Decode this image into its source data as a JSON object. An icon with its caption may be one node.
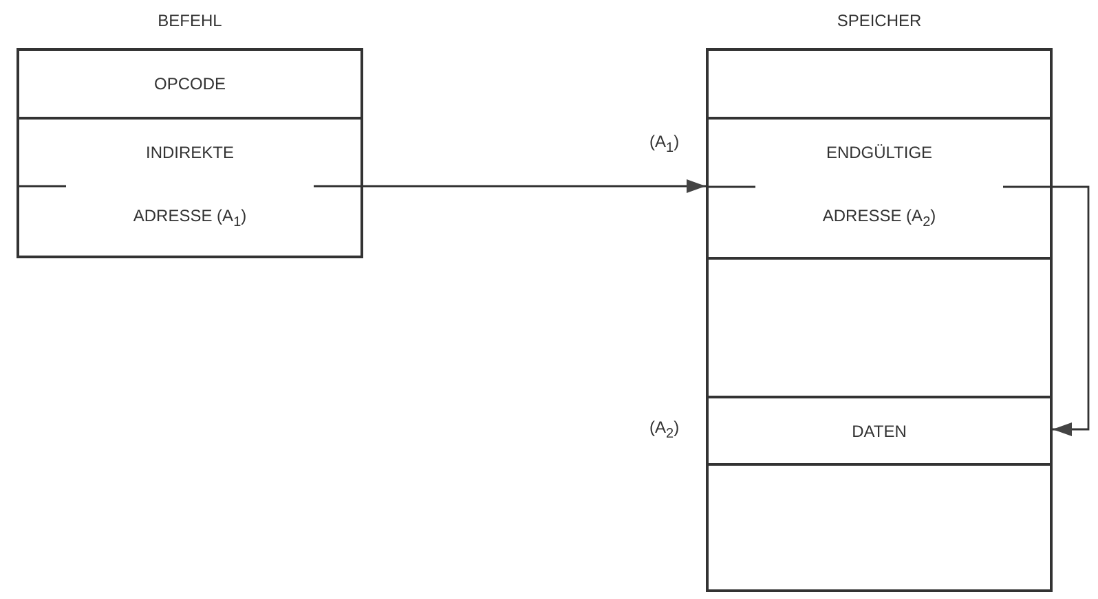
{
  "diagram": {
    "nodes": [
      {
        "text": [
          "BEFEHL"
        ]
      },
      {
        "text": [
          "OPCODE"
        ],
        "in": 0
      },
      {
        "text": [
          "INDIREKTE ADRESSE (A$_{1}$)"
        ],
        "in": 0
      },
      {
        "text": [
          "SPEICHER"
        ]
      },
      {
        "text": [],
        "shape": "box",
        "in": 3
      },
      {
        "text": [
          "ENDGÜLTIGE ADRESSE (A$_{2}$)"
        ],
        "in": 3,
        "beside": [
          "(A$_{1}$)"
        ]
      },
      {
        "text": [],
        "shape": "box",
        "in": 3
      },
      {
        "text": [
          "DATEN"
        ],
        "in": 3,
        "beside": [
          "(A$_{2}$)"
        ]
      },
      {
        "text": [],
        "shape": "box",
        "in": 3
      }
    ],
    "edges": [
      {
        "from": 2,
        "to": 5,
        "arrow": "to"
      },
      {
        "from": 5,
        "to": 7,
        "arrow": "to"
      }
    ]
  }
}
